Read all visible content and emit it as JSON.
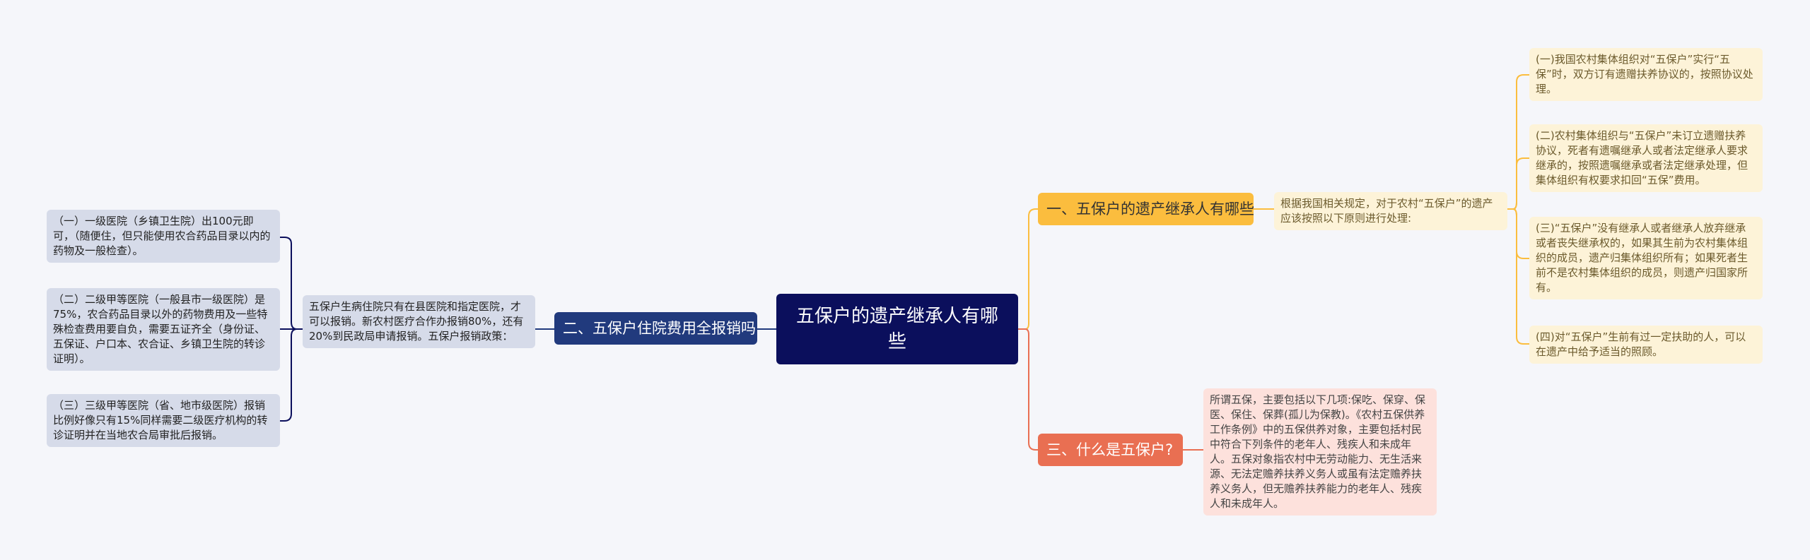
{
  "center": {
    "title": "五保户的遗产继承人有哪些"
  },
  "branches": [
    {
      "label": "一、五保户的遗产继承人有哪些",
      "intro": "根据我国相关规定，对于农村“五保户”的遗产应该按照以下原则进行处理:",
      "items": [
        "(一)我国农村集体组织对“五保户”实行“五保”时，双方订有遗赠扶养协议的，按照协议处理。",
        "(二)农村集体组织与“五保户”未订立遗赠扶养协议，死者有遗嘱继承人或者法定继承人要求继承的，按照遗嘱继承或者法定继承处理，但集体组织有权要求扣回“五保”费用。",
        "(三)“五保户”没有继承人或者继承人放弃继承或者丧失继承权的，如果其生前为农村集体组织的成员，遗产归集体组织所有；如果死者生前不是农村集体组织的成员，则遗产归国家所有。",
        "(四)对“五保户”生前有过一定扶助的人，可以在遗产中给予适当的照顾。"
      ]
    },
    {
      "label": "二、五保户住院费用全报销吗",
      "intro": "五保户生病住院只有在县医院和指定医院，才可以报销。新农村医疗合作办报销80%，还有20%到民政局申请报销。五保户报销政策：",
      "items": [
        "（一）一级医院（乡镇卫生院）出100元即可，（随便住，但只能使用农合药品目录以内的药物及一般检查）。",
        "（二）二级甲等医院（一般县市一级医院）是75%，农合药品目录以外的药物费用及一些特殊检查费用要自负，需要五证齐全（身份证、五保证、户口本、农合证、乡镇卫生院的转诊证明）。",
        "（三）三级甲等医院（省、地市级医院）报销比例好像只有15%同样需要二级医疗机构的转诊证明并在当地农合局审批后报销。"
      ]
    },
    {
      "label": "三、什么是五保户?",
      "intro": "所谓五保，主要包括以下几项:保吃、保穿、保医、保住、保葬(孤儿为保教)。《农村五保供养工作条例》中的五保供养对象，主要包括村民中符合下列条件的老年人、残疾人和未成年人。五保对象指农村中无劳动能力、无生活来源、无法定赡养扶养义务人或虽有法定赡养扶养义务人，但无赡养扶养能力的老年人、残疾人和未成年人。"
    }
  ],
  "colors": {
    "center": "#0b0f5c",
    "b1": "#fbbd3e",
    "b2": "#213a7d",
    "b3": "#e96f52"
  }
}
